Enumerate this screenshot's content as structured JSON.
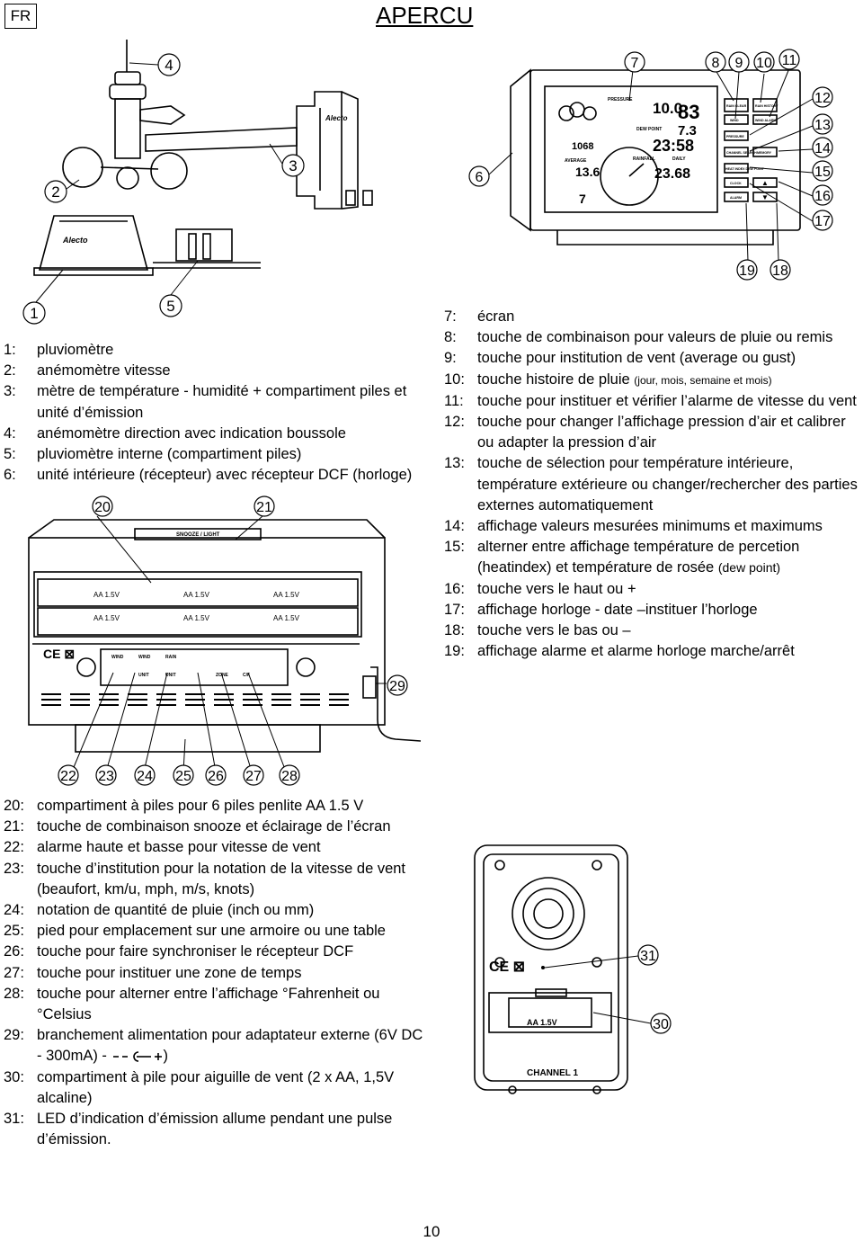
{
  "page": {
    "lang": "FR",
    "title": "APERCU",
    "page_number": "10"
  },
  "callouts": [
    "1",
    "2",
    "3",
    "4",
    "5",
    "6",
    "7",
    "8",
    "9",
    "10",
    "11",
    "12",
    "13",
    "14",
    "15",
    "16",
    "17",
    "18",
    "19",
    "20",
    "21",
    "22",
    "23",
    "24",
    "25",
    "26",
    "27",
    "28",
    "29",
    "30",
    "31"
  ],
  "device_labels": {
    "brand": "Alecto",
    "snooze_light": "SNOOZE / LIGHT",
    "battery": "AA 1.5V",
    "channel": "CHANNEL 1",
    "display_humidity": "83",
    "display_pressure": "1068",
    "display_rainfall": "23.68",
    "display_clock": "23:58",
    "display_wind": "13.6",
    "display_chill": "7",
    "display_temp_in": "10.0",
    "display_dew": "7.3",
    "lbl_pressure": "PRESSURE",
    "lbl_dew_point": "DEW POINT",
    "lbl_rainfall": "RAINFALL",
    "lbl_daily": "DAILY",
    "lbl_average": "AVERAGE",
    "btn_pressure": "PRESSURE",
    "btn_channel": "CHANNEL SEARCH",
    "btn_heat": "HEAT INDEX DEW POINT",
    "btn_clock": "CLOCK",
    "btn_alarm": "ALARM",
    "btn_memory": "MEMORY",
    "btn_wind": "WIND",
    "btn_rain_clear": "RAIN CLEAR",
    "btn_rain_history": "RAIN HISTORY",
    "btn_wind_alarm": "WIND ALARM",
    "back_wind1": "WIND",
    "back_wind2": "WIND",
    "back_rain": "RAIN",
    "back_unit1": "UNIT",
    "back_unit2": "UNIT",
    "back_zone": "ZONE",
    "back_cf": "C/F"
  },
  "legend_a": [
    {
      "num": "1:",
      "text": "pluviomètre"
    },
    {
      "num": "2:",
      "text": "anémomètre vitesse"
    },
    {
      "num": "3:",
      "text": "mètre de température - humidité + compartiment piles et unité d’émission"
    },
    {
      "num": "4:",
      "text": "anémomètre direction avec indication boussole"
    },
    {
      "num": "5:",
      "text": "pluviomètre interne (compartiment piles)"
    },
    {
      "num": "6:",
      "text": "unité intérieure (récepteur) avec récepteur DCF (horloge)"
    }
  ],
  "legend_b": [
    {
      "num": "7:",
      "text": "écran"
    },
    {
      "num": "8:",
      "text": "touche de combinaison pour valeurs de pluie ou remis"
    },
    {
      "num": "9:",
      "text": "touche pour institution de vent (average ou gust)"
    },
    {
      "num": "10:",
      "text": "touche histoire de pluie",
      "small": "(jour, mois, semaine et mois)"
    },
    {
      "num": "11:",
      "text": "touche pour instituer et vérifier l’alarme de vitesse du vent"
    },
    {
      "num": "12:",
      "text": "touche pour changer l’affichage pression d’air et calibrer ou adapter la pression d’air"
    },
    {
      "num": "13:",
      "text": "touche de sélection pour température intérieure, température extérieure ou changer/rechercher des parties externes automatiquement"
    },
    {
      "num": "14:",
      "text": "affichage valeurs mesurées minimums et maximums"
    },
    {
      "num": "15:",
      "text": "alterner entre affichage température de percetion (heatindex) et température de rosée",
      "small": "(dew point)"
    },
    {
      "num": "16:",
      "text": "touche vers le haut ou +"
    },
    {
      "num": "17:",
      "text": "affichage horloge - date –instituer l’horloge"
    },
    {
      "num": "18:",
      "text": "touche vers le bas ou –"
    },
    {
      "num": "19:",
      "text": "affichage alarme et alarme horloge marche/arrêt"
    }
  ],
  "legend_c": [
    {
      "num": "20:",
      "text": "compartiment à piles pour 6 piles penlite AA 1.5 V"
    },
    {
      "num": "21:",
      "text": "touche de combinaison snooze et éclairage de l’écran"
    },
    {
      "num": "22:",
      "text": "alarme haute et basse pour vitesse de vent"
    },
    {
      "num": "23:",
      "text": "touche d’institution pour la notation de la vitesse de vent (beaufort, km/u, mph, m/s, knots)"
    },
    {
      "num": "24:",
      "text": "notation de quantité de pluie (inch ou mm)"
    },
    {
      "num": "25:",
      "text": "pied pour emplacement sur une armoire ou une table"
    },
    {
      "num": "26:",
      "text": "touche pour faire synchroniser le récepteur DCF"
    },
    {
      "num": "27:",
      "text": "touche pour instituer une zone de temps"
    },
    {
      "num": "28:",
      "text": "touche pour alterner entre l’affichage °Fahrenheit ou °Celsius"
    },
    {
      "num": "29:",
      "text": "branchement alimentation  pour adaptateur externe (6V DC - 300mA) -",
      "tail": ")"
    },
    {
      "num": "30:",
      "text": "compartiment à pile pour aiguille de vent (2 x AA, 1,5V alcaline)"
    },
    {
      "num": "31:",
      "text": "LED d’indication d’émission allume pendant une pulse d’émission."
    }
  ]
}
